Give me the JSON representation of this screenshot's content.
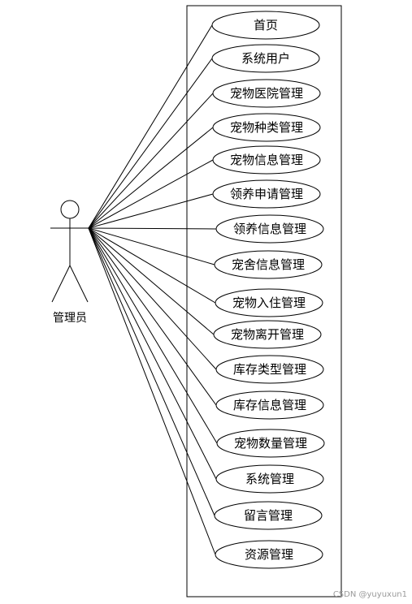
{
  "actor": {
    "label": "管理员"
  },
  "use_cases": [
    "首页",
    "系统用户",
    "宠物医院管理",
    "宠物种类管理",
    "宠物信息管理",
    "领养申请管理",
    "领养信息管理",
    "宠舍信息管理",
    "宠物入住管理",
    "宠物离开管理",
    "库存类型管理",
    "库存信息管理",
    "宠物数量管理",
    "系统管理",
    "留言管理",
    "资源管理"
  ],
  "watermark": "CSDN @yuyuxun1"
}
